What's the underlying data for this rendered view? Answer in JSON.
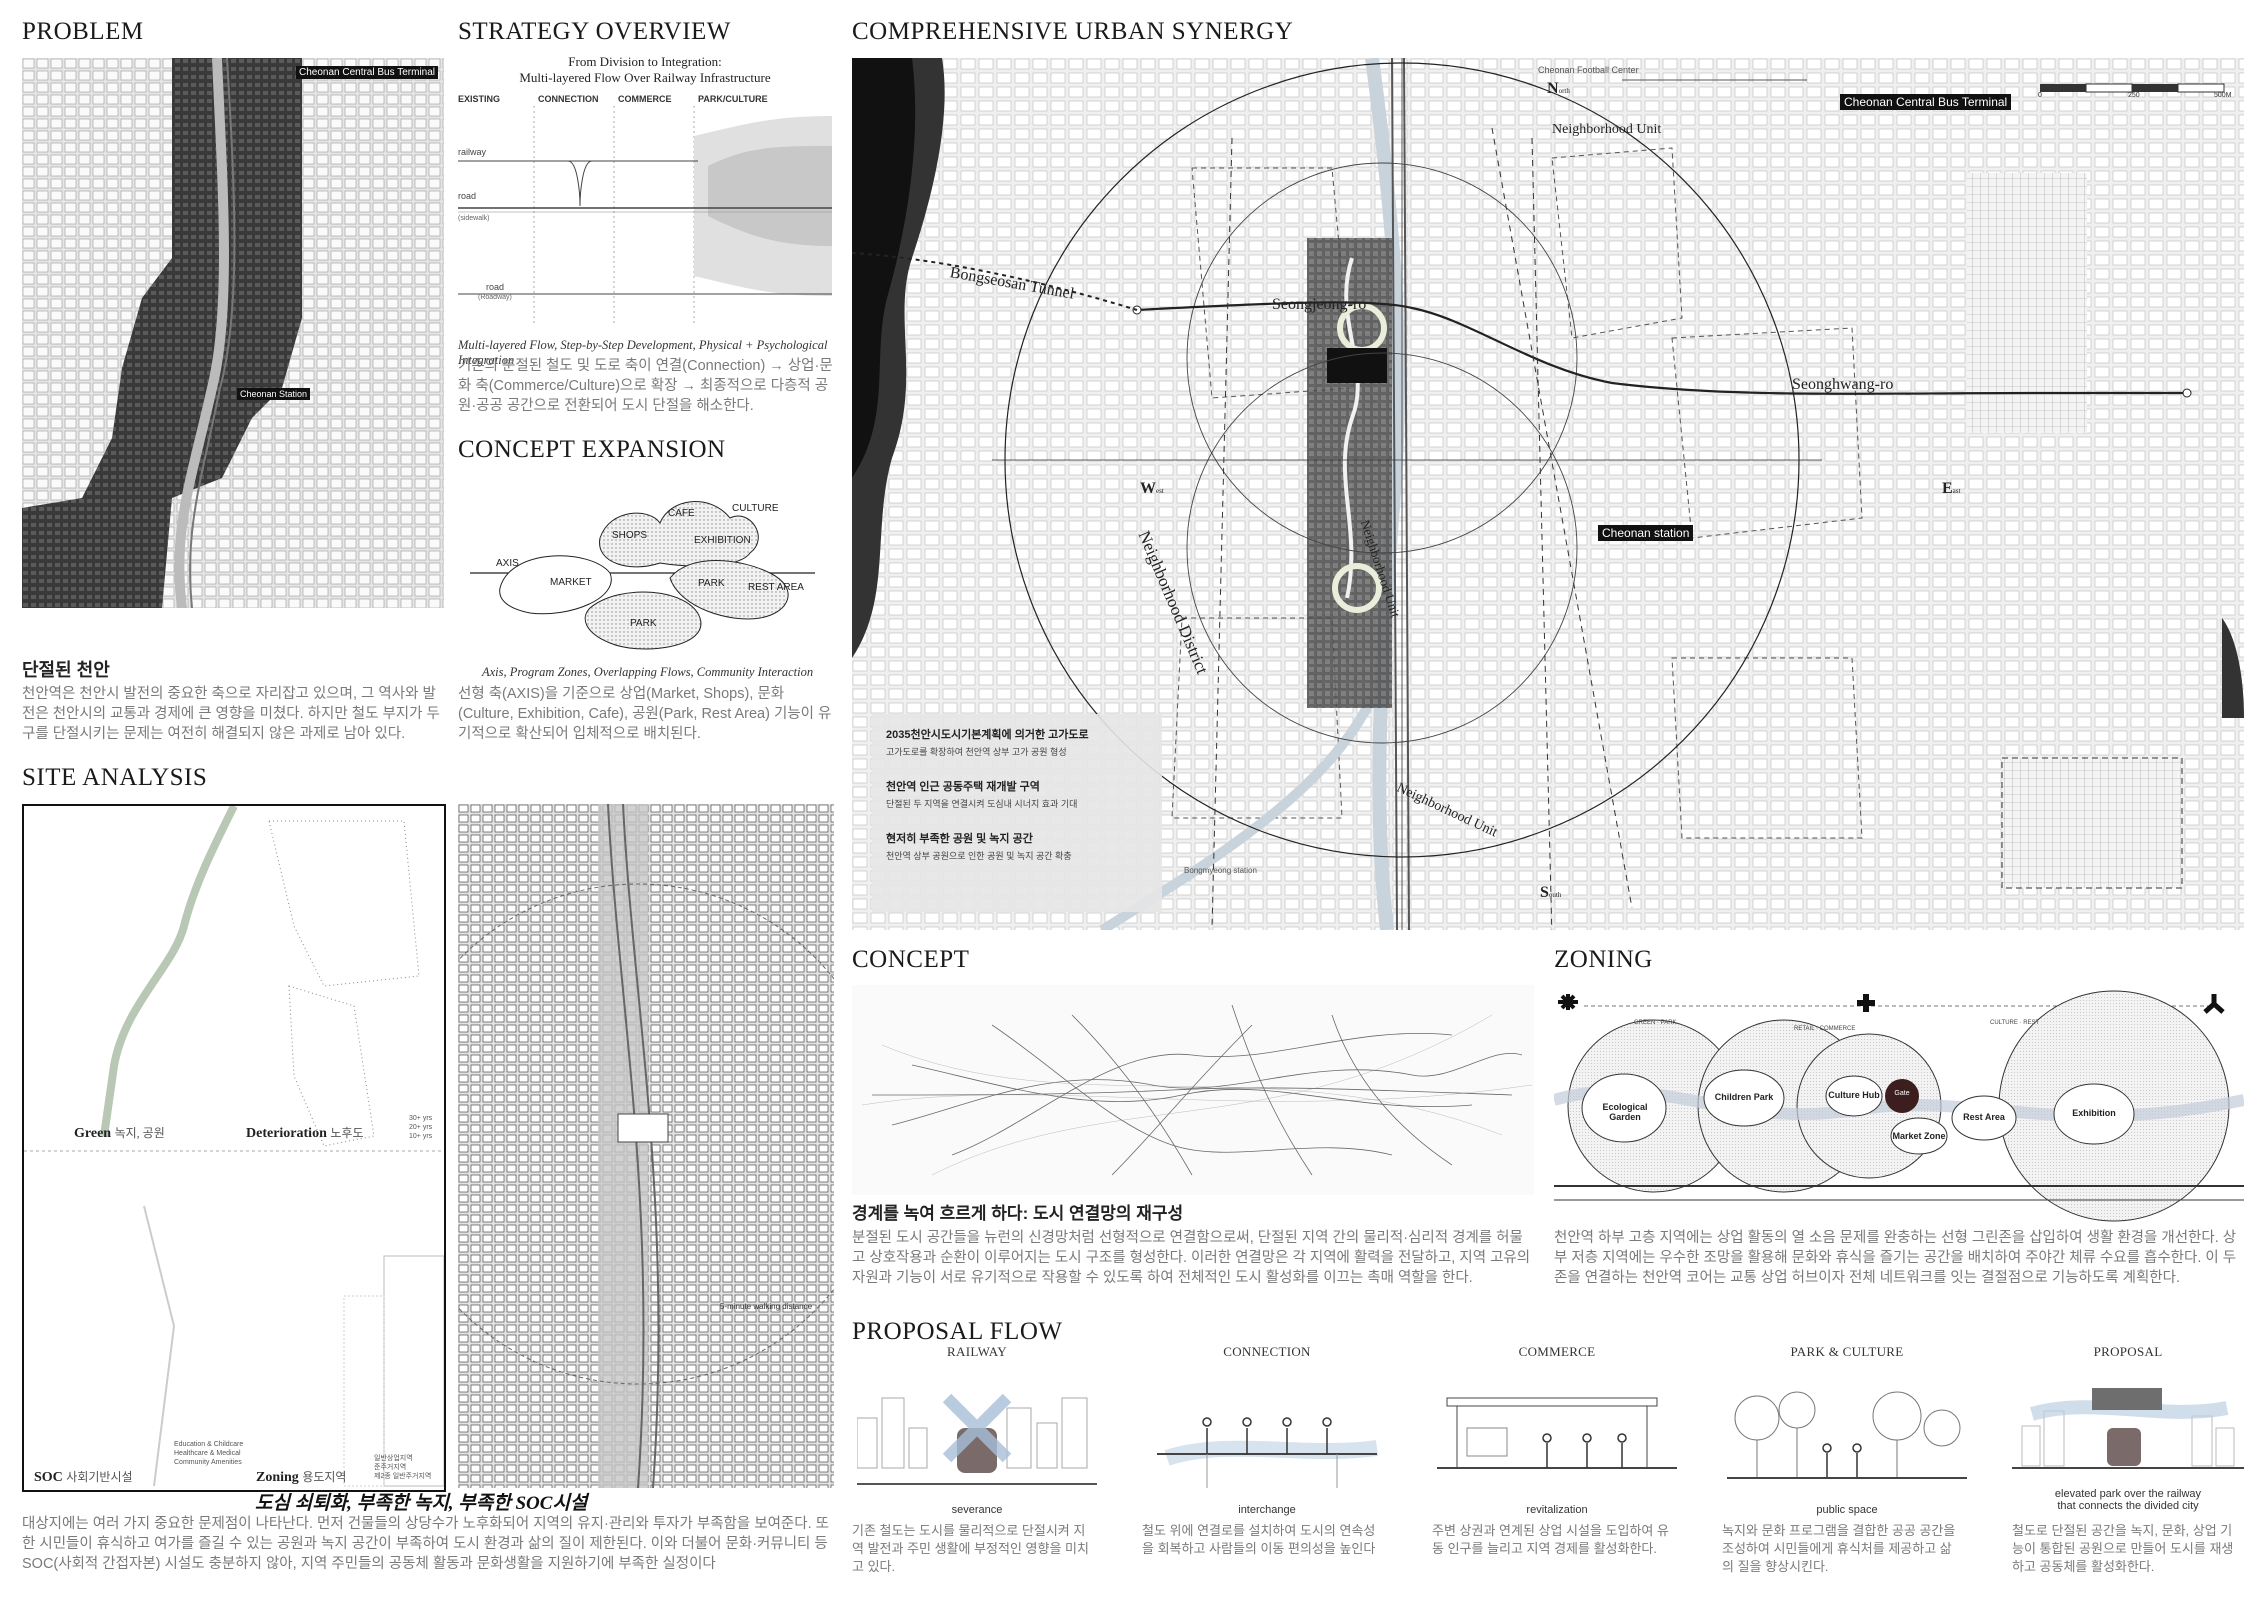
{
  "problem": {
    "heading": "PROBLEM",
    "map_labels": {
      "terminal": "Cheonan Central Bus Terminal",
      "station": "Cheonan Station"
    },
    "subtitle": "단절된 천안",
    "body": "천안역은 천안시 발전의 중요한 축으로 자리잡고 있으며, 그 역사와 발전은 천안시의 교통과 경제에 큰 영향을 미쳤다. 하지만 철도 부지가 두 구를 단절시키는 문제는 여전히 해결되지 않은 과제로 남아 있다."
  },
  "strategy": {
    "heading": "STRATEGY OVERVIEW",
    "title_line1": "From Division to Integration:",
    "title_line2": "Multi-layered Flow Over Railway Infrastructure",
    "columns": [
      "EXISTING",
      "CONNECTION",
      "COMMERCE",
      "PARK/CULTURE"
    ],
    "rows": {
      "railway": "railway",
      "road": "road",
      "sidewalk": "(sidewalk)",
      "road2": "road",
      "roadway": "(Roadway)"
    },
    "caption": "Multi-layered Flow, Step-by-Step Development, Physical + Psychological Integration",
    "body": "기존의 분절된 철도 및 도로 축이 연결(Connection) → 상업·문화 축(Commerce/Culture)으로 확장 → 최종적으로 다층적 공원·공공 공간으로 전환되어 도시 단절을 해소한다."
  },
  "concept_expansion": {
    "heading": "CONCEPT EXPANSION",
    "labels": {
      "axis": "AXIS",
      "cafe": "CAFE",
      "culture": "CULTURE",
      "shops": "SHOPS",
      "exhibition": "EXHIBITION",
      "market": "MARKET",
      "park": "PARK",
      "rest": "REST AREA",
      "park2": "PARK"
    },
    "caption": "Axis, Program Zones, Overlapping Flows, Community Interaction",
    "body": "선형 축(AXIS)을 기준으로 상업(Market, Shops), 문화(Culture, Exhibition, Cafe), 공원(Park, Rest Area) 기능이 유기적으로 확산되어 입체적으로 배치된다."
  },
  "site_analysis": {
    "heading": "SITE ANALYSIS",
    "green": "Green",
    "green_ko": "녹지, 공원",
    "deterioration": "Deterioration",
    "deterioration_ko": "노후도",
    "deterioration_legend": [
      "30+ yrs",
      "20+ yrs",
      "10+ yrs"
    ],
    "soc": "SOC",
    "soc_ko": "사회기반시설",
    "soc_legend": [
      "Education & Childcare",
      "Healthcare & Medical",
      "Community Amenities"
    ],
    "zoning": "Zoning",
    "zoning_ko": "용도지역",
    "zoning_legend": [
      "일반상업지역",
      "준주거지역",
      "제2종 일반주거지역"
    ],
    "caption": "도심 쇠퇴화, 부족한 녹지, 부족한 SOC시설",
    "body": "대상지에는 여러 가지 중요한 문제점이 나타난다. 먼저 건물들의 상당수가 노후화되어 지역의 유지·관리와 투자가 부족함을 보여준다. 또한 시민들이 휴식하고 여가를 즐길 수 있는 공원과 녹지 공간이 부족하여 도시 환경과 삶의 질이 제한된다. 이와 더불어 문화·커뮤니티 등 SOC(사회적 간접자본) 시설도 충분하지 않아, 지역 주민들의 공동체 활동과 문화생활을 지원하기에 부족한 실정이다",
    "walking": "5-minute walking distance"
  },
  "synergy": {
    "heading": "COMPREHENSIVE URBAN SYNERGY",
    "compass": {
      "n": "N",
      "s": "S",
      "e": "E",
      "w": "W",
      "n_sub": "orth",
      "s_sub": "outh",
      "e_sub": "ast",
      "w_sub": "est"
    },
    "scale": [
      "0",
      "250",
      "500M"
    ],
    "labels": {
      "football": "Cheonan Football Center",
      "terminal": "Cheonan Central Bus Terminal",
      "tunnel": "Bongseosan Tunnel",
      "seongjeong": "Seongjeong-ro",
      "seonghwang": "Seonghwang-ro",
      "station": "Cheonan station",
      "district": "Neighborhood District",
      "unit_top": "Neighborhood Unit",
      "unit_bottom": "Neighborhood Unit",
      "unit_center": "Neighborhood Unit",
      "bongmyeong": "Bongmyeong station"
    },
    "legend": [
      {
        "title": "2035천안시도시기본계획에 의거한 고가도로",
        "desc": "고가도로를 확장하여 천안역 상부 고가 공원 형성"
      },
      {
        "title": "천안역 인근 공동주택 재개발 구역",
        "desc": "단절된 두 지역을 연결시켜 도심내 시너지 효과 기대"
      },
      {
        "title": "현저히 부족한 공원 및 녹지 공간",
        "desc": "천안역 상부 공원으로 인한 공원 및 녹지 공간 확충"
      }
    ]
  },
  "concept": {
    "heading": "CONCEPT",
    "subtitle": "경계를 녹여 흐르게 하다: 도시 연결망의 재구성",
    "body": "분절된 도시 공간들을 뉴런의 신경망처럼 선형적으로 연결함으로써, 단절된 지역 간의 물리적·심리적 경계를 허물고 상호작용과 순환이 이루어지는 도시 구조를 형성한다. 이러한 연결망은 각 지역에 활력을 전달하고, 지역 고유의 자원과 기능이 서로 유기적으로 작용할 수 있도록 하여 전체적인 도시 활성화를 이끄는 촉매 역할을 한다."
  },
  "zoning": {
    "heading": "ZONING",
    "zones": [
      "Ecological Garden",
      "Children Park",
      "Culture Hub",
      "Gate",
      "Market Zone",
      "Rest Area",
      "Exhibition"
    ],
    "bands": [
      "GREEN · PARK",
      "RETAIL · COMMERCE",
      "CULTURE · REST"
    ],
    "body": "천안역 하부 고층 지역에는 상업 활동의 열 소음 문제를 완충하는 선형 그린존을 삽입하여 생활 환경을 개선한다. 상부 저층 지역에는 우수한 조망을 활용해 문화와 휴식을 즐기는 공간을 배치하여 주야간 체류 수요를 흡수한다. 이 두 존을 연결하는 천안역 코어는 교통 상업 허브이자 전체 네트워크를 잇는 결절점으로 기능하도록 계획한다."
  },
  "proposal_flow": {
    "heading": "PROPOSAL FLOW",
    "steps": [
      {
        "title": "RAILWAY",
        "label": "severance",
        "body": "기존 철도는 도시를 물리적으로 단절시켜 지역 발전과 주민 생활에 부정적인 영향을 미치고 있다."
      },
      {
        "title": "CONNECTION",
        "label": "interchange",
        "body": "철도 위에 연결로를 설치하여 도시의 연속성을 회복하고 사람들의 이동 편의성을 높인다"
      },
      {
        "title": "COMMERCE",
        "label": "revitalization",
        "body": "주변 상권과 연계된 상업 시설을 도입하여 유동 인구를 늘리고 지역 경제를 활성화한다."
      },
      {
        "title": "PARK & CULTURE",
        "label": "public space",
        "body": "녹지와 문화 프로그램을 결합한 공공 공간을 조성하여 시민들에게 휴식처를 제공하고 삶의 질을 향상시킨다."
      },
      {
        "title": "PROPOSAL",
        "label": "elevated park over the railway",
        "label2": "that connects the divided city",
        "body": "철도로 단절된 공간을 녹지, 문화, 상업 기능이 통합된 공원으로 만들어 도시를 재생하고 공동체를 활성화한다."
      }
    ]
  }
}
